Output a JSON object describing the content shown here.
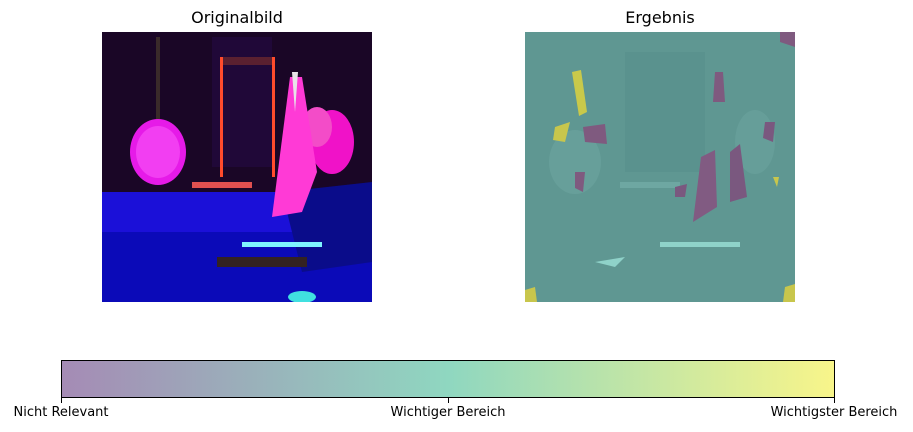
{
  "panels": {
    "left_title": "Originalbild",
    "right_title": "Ergebnis"
  },
  "colorbar": {
    "colors": [
      "#a58bb5",
      "#8fd7c0",
      "#f8f58a"
    ],
    "ticks": [
      {
        "label": "Nicht Relevant"
      },
      {
        "label": "Wichtiger Bereich"
      },
      {
        "label": "Wichtigster Bereich"
      }
    ]
  }
}
